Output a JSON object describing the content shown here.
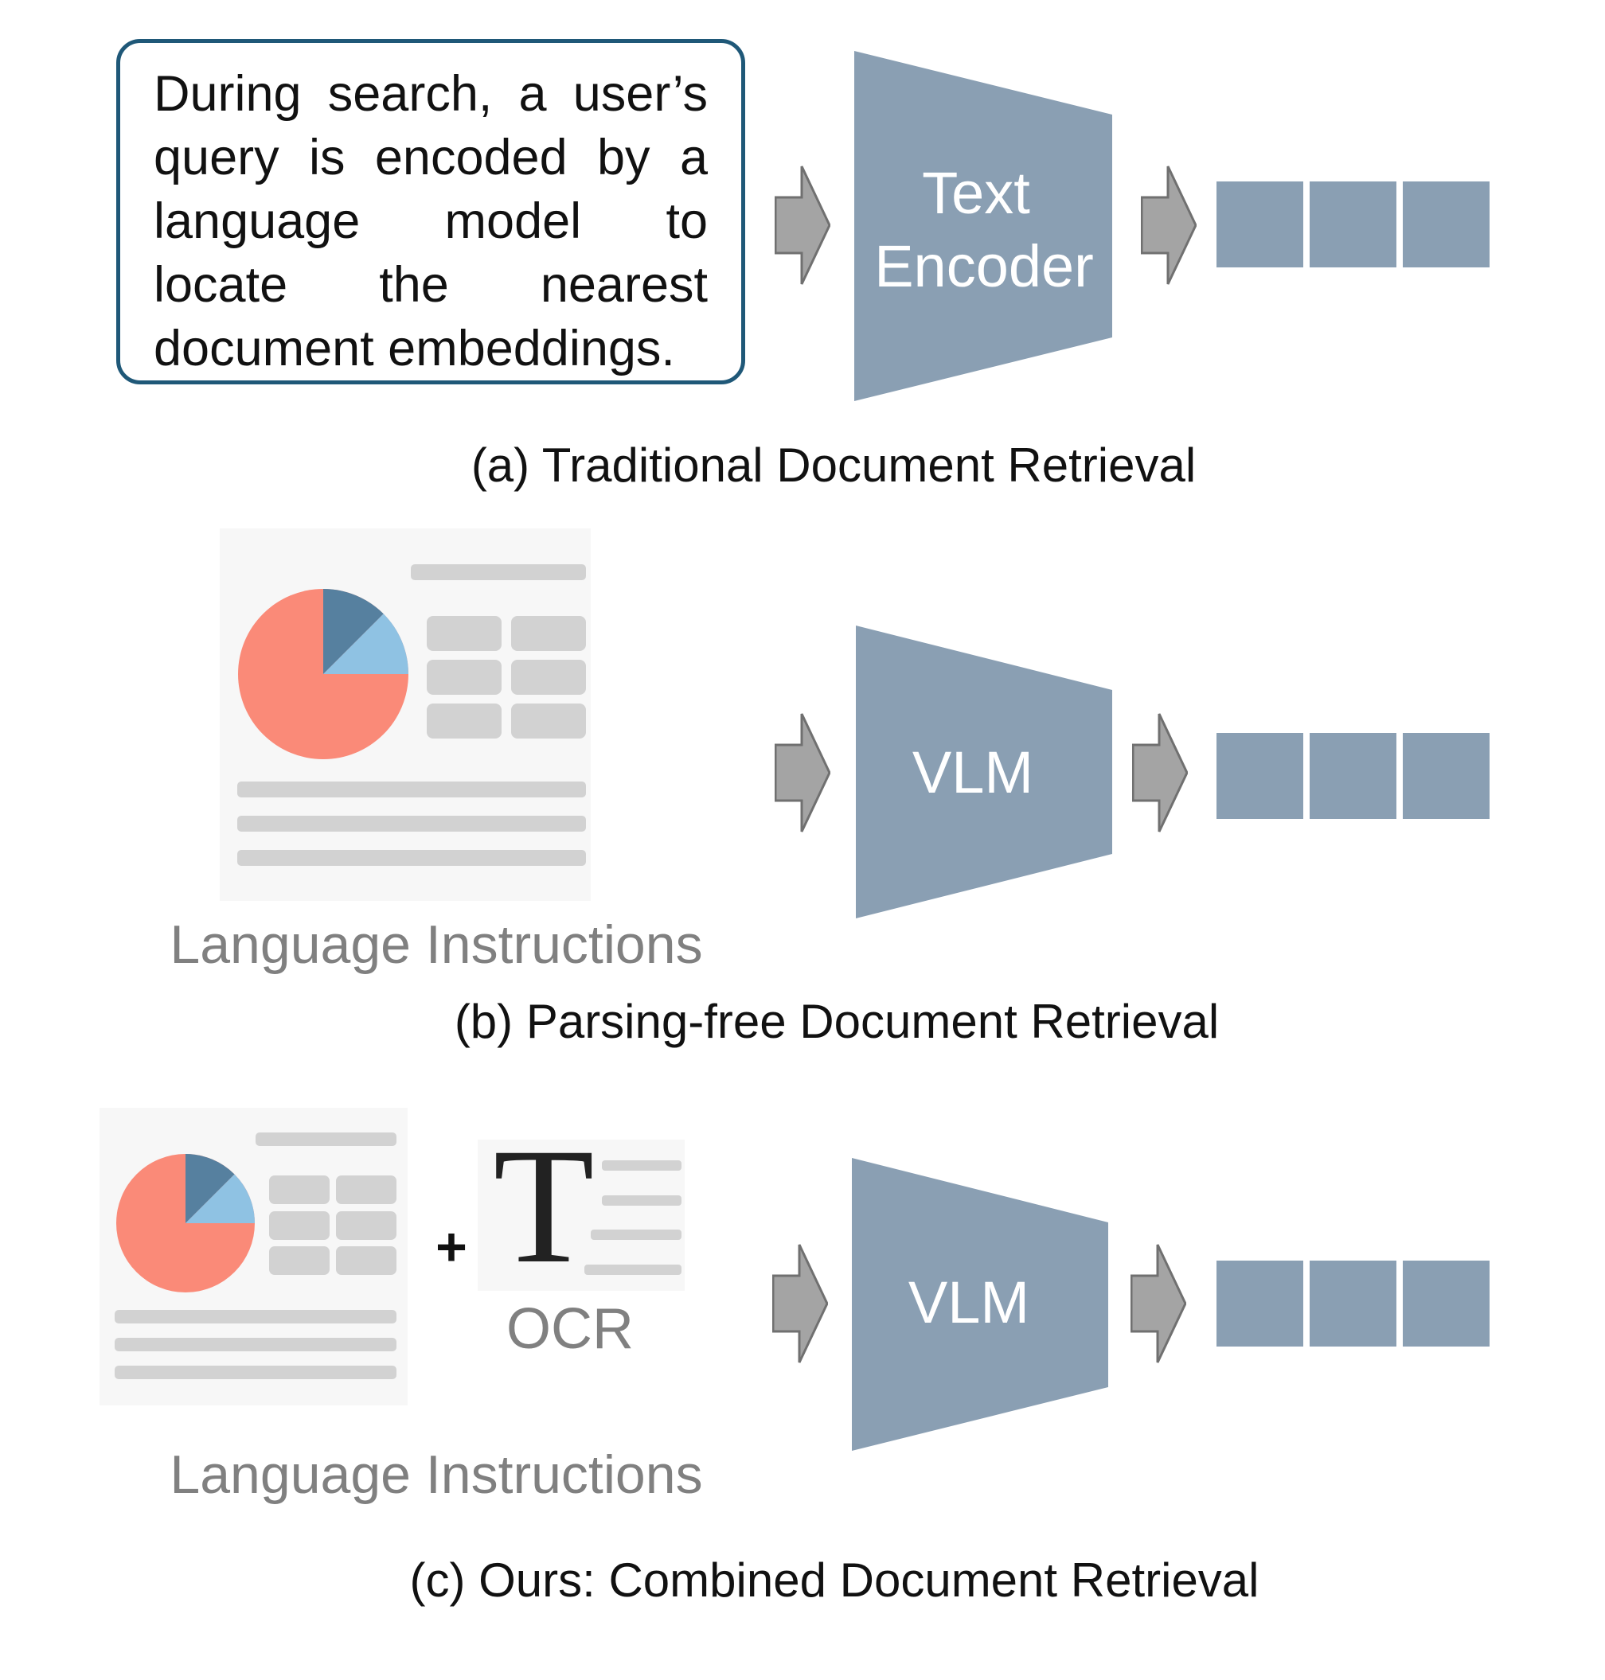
{
  "panel_a": {
    "query_text": "During search, a user’s query is encoded by a language model to locate the nearest document embeddings.",
    "encoder_label_line1": "Text",
    "encoder_label_line2": "Encoder",
    "caption": "(a) Traditional Document Retrieval"
  },
  "panel_b": {
    "input_label": "Language Instructions",
    "encoder_label": "VLM",
    "caption": "(b) Parsing-free Document Retrieval"
  },
  "panel_c": {
    "plus_sign": "+",
    "ocr_glyph": "T",
    "ocr_label": "OCR",
    "input_label": "Language Instructions",
    "encoder_label": "VLM",
    "caption": "(c) Ours: Combined Document Retrieval"
  },
  "colors": {
    "encoder_fill": "#8a9fb3",
    "embedding_fill": "#8a9fb3",
    "arrow_fill": "#a4a4a4",
    "arrow_stroke": "#707070",
    "query_border": "#1f5878",
    "pie_main": "#fa8a78",
    "pie_dark": "#56809f",
    "pie_light": "#8fc2e3",
    "placeholder_gray": "#d2d2d2",
    "instruction_text": "#808080"
  },
  "icons": {
    "flow_arrow": "right-arrow-icon",
    "document": "document-thumbnail-icon",
    "pie_chart": "pie-chart-icon",
    "ocr": "text-T-icon"
  }
}
